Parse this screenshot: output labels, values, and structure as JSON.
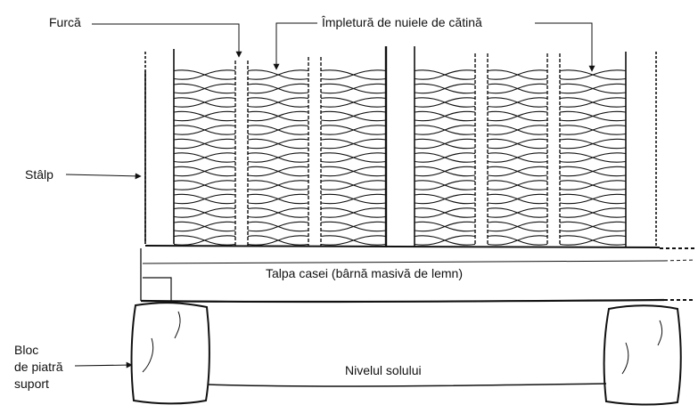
{
  "labels": {
    "furca": "Furcă",
    "impletura": "Împletură de nuiele de cătină",
    "stalp": "Stâlp",
    "talpa": "Talpa casei (bârnă masivă de lemn)",
    "bloc_lines": [
      "Bloc",
      "de piatră",
      "suport"
    ],
    "nivel": "Nivelul solului"
  },
  "colors": {
    "ink": "#111111",
    "background": "#ffffff"
  }
}
